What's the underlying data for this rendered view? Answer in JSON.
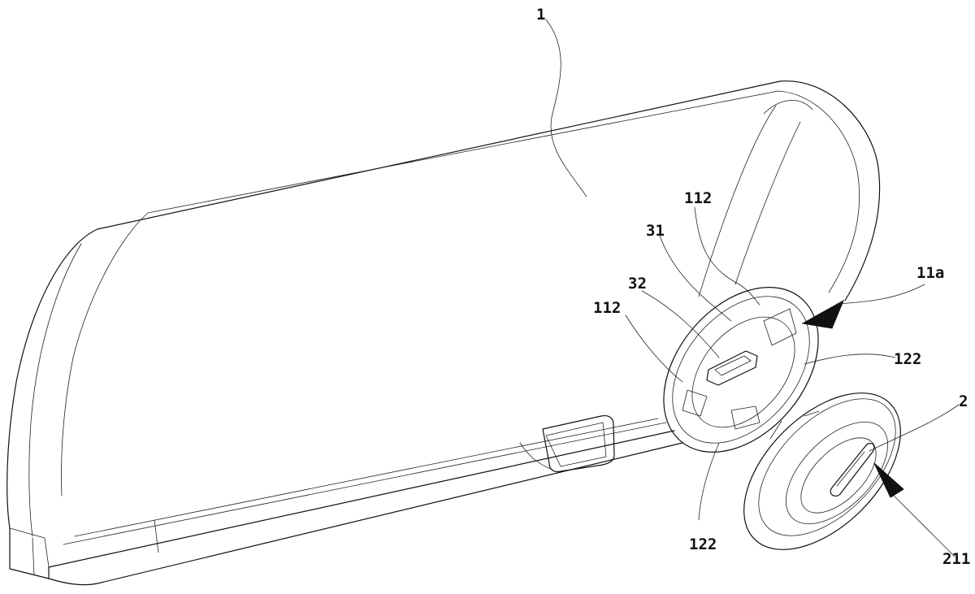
{
  "labels": {
    "device": "1",
    "cap": "2",
    "cap_slot": "211",
    "socket_upper": "112",
    "socket_left": "112",
    "part_31": "31",
    "part_32": "32",
    "opening": "11a",
    "groove_right": "122",
    "groove_bottom": "122"
  }
}
